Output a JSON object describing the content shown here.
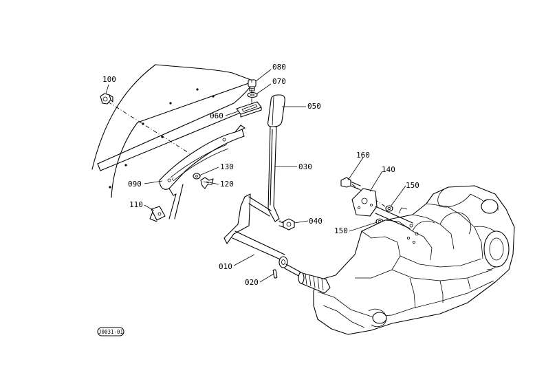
{
  "parts": [
    {
      "id": "p100",
      "label": "100"
    },
    {
      "id": "p080",
      "label": "080"
    },
    {
      "id": "p070",
      "label": "070"
    },
    {
      "id": "p060",
      "label": "060"
    },
    {
      "id": "p050",
      "label": "050"
    },
    {
      "id": "p030",
      "label": "030"
    },
    {
      "id": "p130",
      "label": "130"
    },
    {
      "id": "p120",
      "label": "120"
    },
    {
      "id": "p090",
      "label": "090"
    },
    {
      "id": "p110",
      "label": "110"
    },
    {
      "id": "p160",
      "label": "160"
    },
    {
      "id": "p140",
      "label": "140"
    },
    {
      "id": "p150a",
      "label": "150"
    },
    {
      "id": "p150b",
      "label": "150"
    },
    {
      "id": "p040",
      "label": "040"
    },
    {
      "id": "p010",
      "label": "010"
    },
    {
      "id": "p020",
      "label": "020"
    }
  ],
  "drawing_code": "J0031-01"
}
